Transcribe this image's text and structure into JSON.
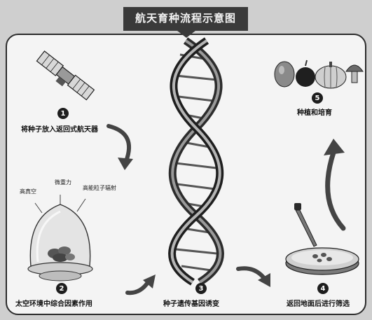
{
  "title": "航天育种流程示意图",
  "steps": [
    {
      "number": "1",
      "caption": "将种子放入返回式航天器"
    },
    {
      "number": "2",
      "caption": "太空环境中综合因素作用"
    },
    {
      "number": "3",
      "caption": "种子遗传基因诱变"
    },
    {
      "number": "4",
      "caption": "返回地面后进行筛选"
    },
    {
      "number": "5",
      "caption": "种植和培育"
    }
  ],
  "factors": {
    "microgravity": "微重力",
    "vacuum": "高真空",
    "radiation": "高能粒子辐射"
  }
}
